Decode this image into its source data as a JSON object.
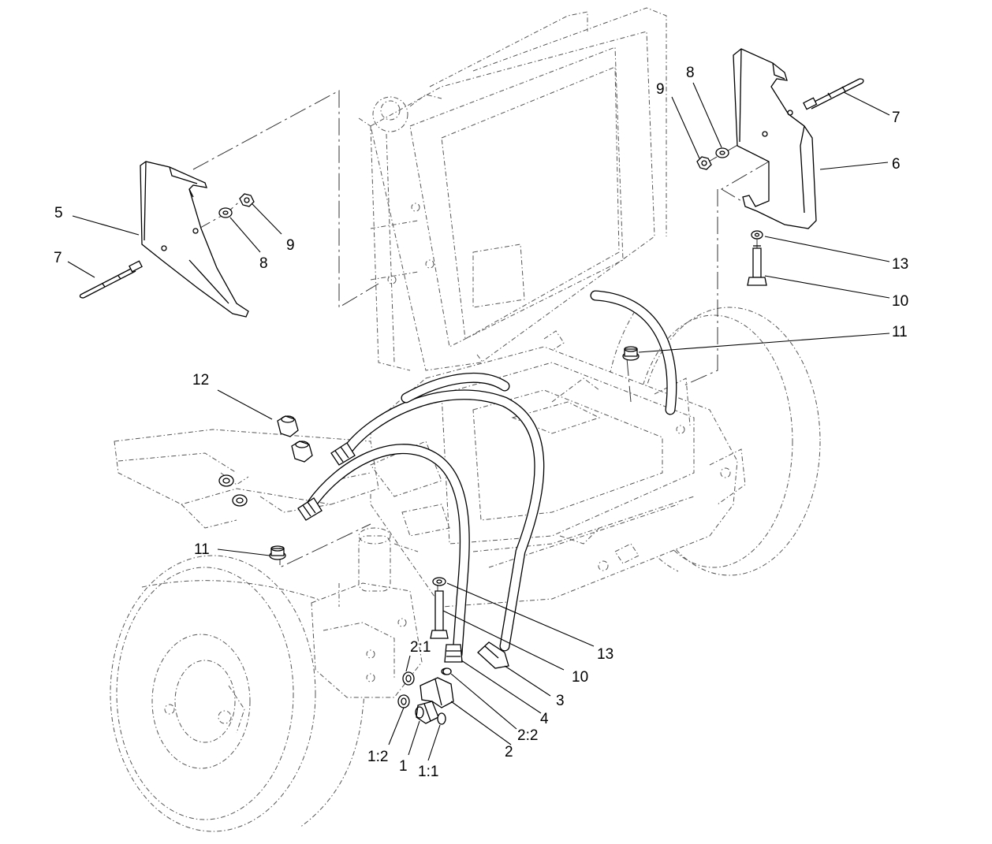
{
  "callouts": {
    "c5": "5",
    "c7_left": "7",
    "c8_left": "8",
    "c9_left": "9",
    "c9_right": "9",
    "c8_right": "8",
    "c7_right": "7",
    "c6": "6",
    "c13_upper": "13",
    "c10_upper": "10",
    "c11_upper": "11",
    "c12": "12",
    "c11_lower": "11",
    "c13_lower": "13",
    "c10_lower": "10",
    "c3": "3",
    "c4": "4",
    "c2_2": "2:2",
    "c2": "2",
    "c2_1": "2:1",
    "c1_2": "1:2",
    "c1": "1",
    "c1_1": "1:1"
  }
}
